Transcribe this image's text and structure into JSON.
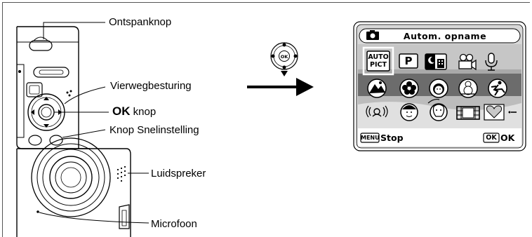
{
  "labels": {
    "shutter": "Ontspanknop",
    "four_way": "Vierwegbesturing",
    "ok_bold": "OK",
    "ok_rest": " knop",
    "quick": "Knop Snelinstelling",
    "speaker": "Luidspreker",
    "mic": "Microfoon"
  },
  "screen": {
    "title": "Autom. opname",
    "menu_key": "MENU",
    "menu_action": "Stop",
    "ok_key": "OK",
    "ok_action": "OK",
    "auto_line1": "AUTO",
    "auto_line2": "PICT",
    "program": "P",
    "four_way_ok": "OK"
  },
  "icons": [
    "camera-mode-icon",
    "auto-picture-icon",
    "program-mode-icon",
    "night-scene-icon",
    "movie-icon",
    "voice-recording-icon",
    "landscape-icon",
    "flower-icon",
    "portrait-icon",
    "snow-icon",
    "sport-icon",
    "sound-icon",
    "kids-icon",
    "pet-icon",
    "frame-composite-icon",
    "heart-icon"
  ]
}
